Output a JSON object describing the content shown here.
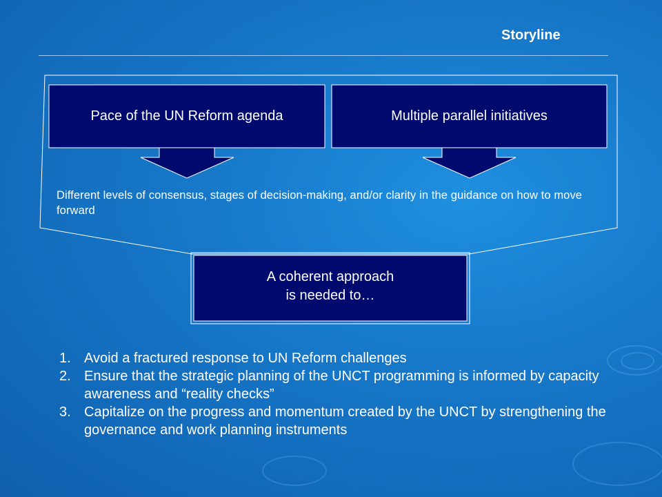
{
  "header": {
    "title": "Storyline"
  },
  "diagram": {
    "box_pace": "Pace of the UN Reform agenda",
    "box_initiatives": "Multiple parallel initiatives",
    "consensus_text": "Different levels of consensus, stages of decision-making, and/or clarity in the guidance on how to move forward",
    "coherent_line1": "A coherent approach",
    "coherent_line2": "is needed to…"
  },
  "list": [
    {
      "num": "1.",
      "text": "Avoid a fractured response to UN Reform challenges"
    },
    {
      "num": "2.",
      "text": "Ensure that the strategic planning of the UNCT programming is informed by capacity awareness and “reality checks”"
    },
    {
      "num": "3.",
      "text": "Capitalize on the progress and momentum created by the UNCT by strengthening the governance and work planning instruments"
    }
  ],
  "colors": {
    "box_fill": "#000a6e",
    "outline": "#ffffff",
    "background": "#1778c9"
  }
}
